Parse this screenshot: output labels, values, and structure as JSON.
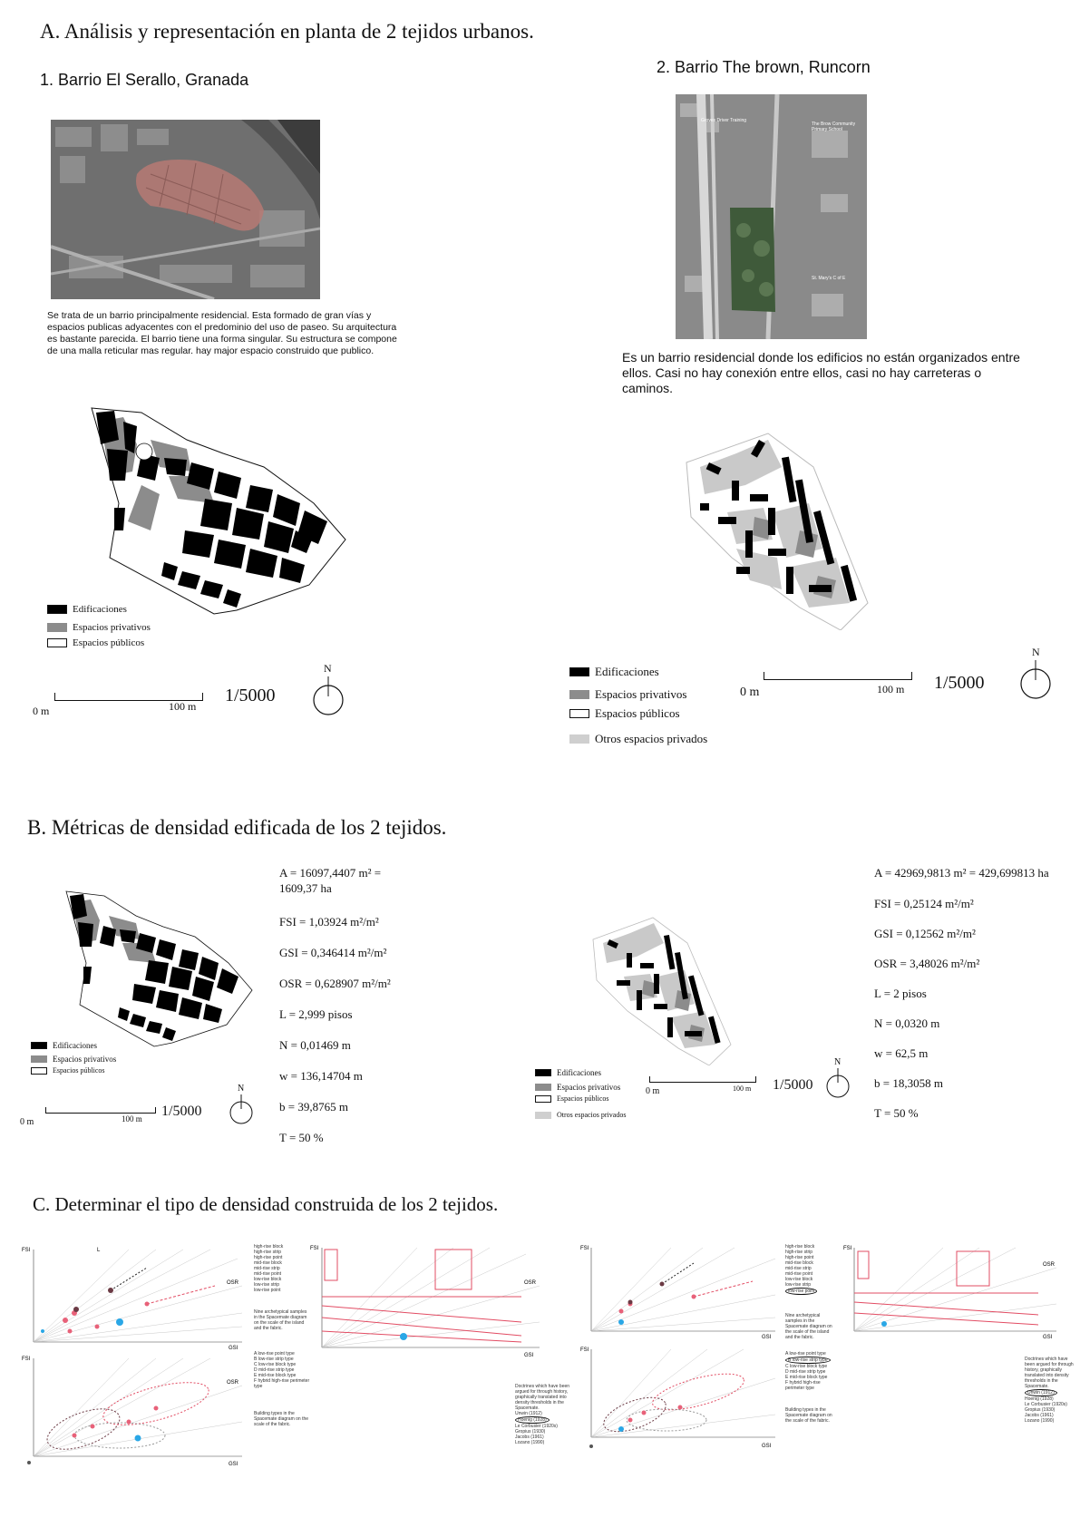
{
  "section_a": {
    "title": "A. Análisis y representación en planta de 2 tejidos urbanos.",
    "barrio1": {
      "title": "1. Barrio El Serallo, Granada",
      "description": "Se trata de un barrio principalmente residencial. Esta formado de gran vías y espacios publicas adyacentes con el predominio del uso de paseo. Su arquitectura es bastante parecida. El barrio tiene una forma singular. Su estructura se compone de una malla reticular mas regular. hay major espacio construido que publico.",
      "legend": [
        "Edificaciones",
        "Espacios privativos",
        "Espacios públicos"
      ],
      "scale_start": "0 m",
      "scale_end": "100 m",
      "scale_ratio": "1/5000",
      "north": "N"
    },
    "barrio2": {
      "title": "2. Barrio The brown, Runcorn",
      "photo_labels": [
        "Groves Driver Training",
        "The Brow Community Primary School",
        "St. Mary's C of E"
      ],
      "description": "Es un barrio residencial donde los edificios no están organizados entre ellos. Casi no hay conexión entre ellos, casi no hay carreteras o caminos.",
      "legend": [
        "Edificaciones",
        "Espacios privativos",
        "Espacios públicos",
        "Otros espacios privados"
      ],
      "scale_start": "0 m",
      "scale_end": "100 m",
      "scale_ratio": "1/5000",
      "north": "N"
    }
  },
  "section_b": {
    "title": "B. Métricas de densidad edificada de los 2 tejidos.",
    "left": {
      "metrics": [
        "A = 16097,4407 m² =",
        "1609,37 ha",
        "FSI = 1,03924 m²/m²",
        "GSI = 0,346414 m²/m²",
        "OSR = 0,628907 m²/m²",
        "L = 2,999 pisos",
        "N = 0,01469 m",
        "w = 136,14704 m",
        "b = 39,8765 m",
        "T = 50 %"
      ],
      "legend": [
        "Edificaciones",
        "Espacios privativos",
        "Espacios públicos"
      ],
      "scale_start": "0 m",
      "scale_end": "100 m",
      "scale_ratio": "1/5000",
      "north": "N"
    },
    "right": {
      "metrics": [
        "A =  42969,9813 m² = 429,699813 ha",
        "FSI = 0,25124 m²/m²",
        "GSI = 0,12562 m²/m²",
        "OSR = 3,48026 m²/m²",
        "L = 2 pisos",
        "N = 0,0320 m",
        "w = 62,5 m",
        "b = 18,3058 m",
        "T = 50 %"
      ],
      "legend": [
        "Edificaciones",
        "Espacios privativos",
        "Espacios públicos",
        "Otros espacios privados"
      ],
      "scale_start": "0 m",
      "scale_end": "100 m",
      "scale_ratio": "1/5000",
      "north": "N"
    }
  },
  "section_c": {
    "title": "C. Determinar el tipo de densidad construida de los 2 tejidos.",
    "axis_fsi": "FSI",
    "axis_gsi": "GSI",
    "axis_osr": "OSR",
    "axis_l": "L",
    "legend_types": [
      "high-rise block",
      "high-rise strip",
      "high-rise point",
      "mid-rise block",
      "mid-rise strip",
      "mid-rise point",
      "low-rise block",
      "low-rise strip",
      "low-rise point"
    ],
    "note_a": "Nine archetypical samples in the Spacemate diagram on the scale of the island and the fabric.",
    "building_types": [
      "A  low-rise point type",
      "B  low-rise strip type",
      "C  low-rise block type",
      "D  mid-rise strip type",
      "E  mid-rise block type",
      "F  hybrid high-rise perimeter type"
    ],
    "note_b": "Building types in the Spacemate diagram on the scale of the fabric.",
    "note_c": "Doctrines which have been argued for through history, graphically translated into density thresholds in the Spacemate.",
    "doctrines": [
      "Unwin (1912)",
      "Hoenig (1928)",
      "Le Corbusier (1920s)",
      "Gropius (1930)",
      "Jacobs (1961)",
      "Lozano (1990)"
    ]
  }
}
